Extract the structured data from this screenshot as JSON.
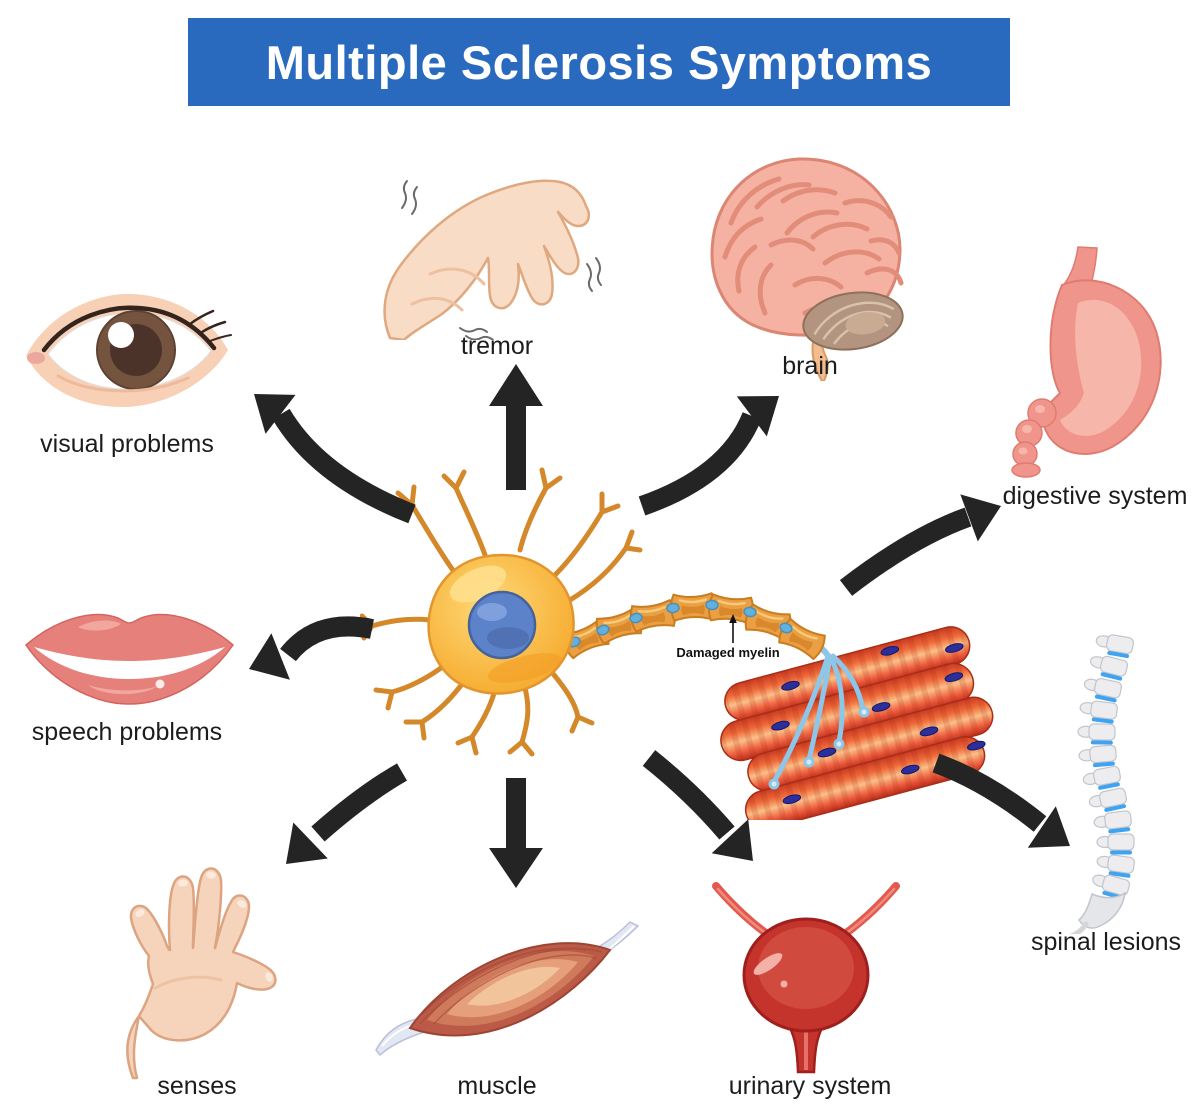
{
  "title": "Multiple Sclerosis Symptoms",
  "center": {
    "illustration": "damaged neuron connected to muscle fibers",
    "damaged_myelin_label": "Damaged myelin"
  },
  "symptoms": [
    {
      "id": "visual-problems",
      "label": "visual problems",
      "icon": "eye-icon"
    },
    {
      "id": "tremor",
      "label": "tremor",
      "icon": "trembling-hand-icon"
    },
    {
      "id": "brain",
      "label": "brain",
      "icon": "brain-icon"
    },
    {
      "id": "digestive-system",
      "label": "digestive system",
      "icon": "stomach-icon"
    },
    {
      "id": "speech-problems",
      "label": "speech problems",
      "icon": "lips-icon"
    },
    {
      "id": "senses",
      "label": "senses",
      "icon": "open-hand-icon"
    },
    {
      "id": "muscle",
      "label": "muscle",
      "icon": "muscle-icon"
    },
    {
      "id": "urinary-system",
      "label": "urinary system",
      "icon": "bladder-icon"
    },
    {
      "id": "spinal-lesions",
      "label": "spinal lesions",
      "icon": "spine-icon"
    }
  ],
  "colors": {
    "banner": "#2a6abe",
    "banner_text": "#ffffff",
    "arrow": "#242424",
    "label_text": "#1c1c1c",
    "neuron_body": "#f7ab2a",
    "nucleus": "#5c82ca",
    "myelin": "#ea9f42",
    "axon": "#8cc6e8"
  }
}
